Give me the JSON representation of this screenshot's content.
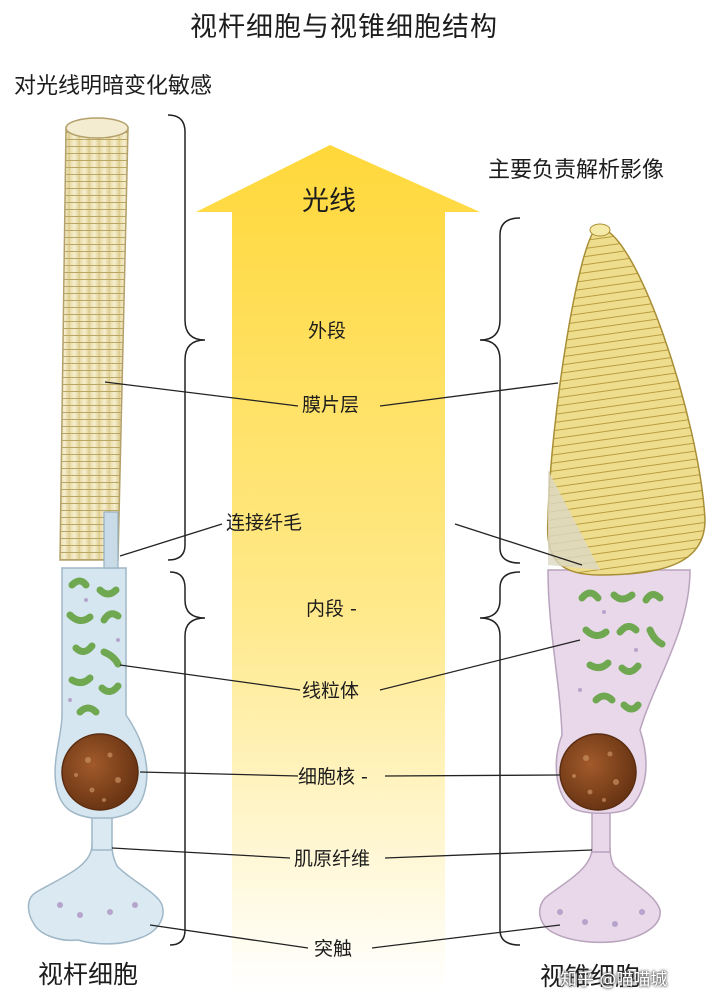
{
  "title": "视杆细胞与视锥细胞结构",
  "rod_caption": "对光线明暗变化敏感",
  "cone_caption": "主要负责解析影像",
  "light_label": "光线",
  "labels": {
    "outer_segment": "外段",
    "membrane_discs": "膜片层",
    "connecting_cilium": "连接纤毛",
    "inner_segment": "内段 -",
    "mitochondria": "线粒体",
    "nucleus": "细胞核 -",
    "myofibrils": "肌原纤维",
    "synapse": "突触"
  },
  "rod_name": "视杆细胞",
  "cone_name": "视锥细胞",
  "watermark": "知乎 @喵喵城",
  "colors": {
    "light_arrow": "#ffd83a",
    "disc_fill": "#f2e6b8",
    "cone_disc": "#ead57a",
    "rod_body": "#d6e6f0",
    "cone_body": "#e8d8ea",
    "mitochondria": "#8dc06e",
    "nucleus": "#8a4a22",
    "line": "#222222"
  }
}
